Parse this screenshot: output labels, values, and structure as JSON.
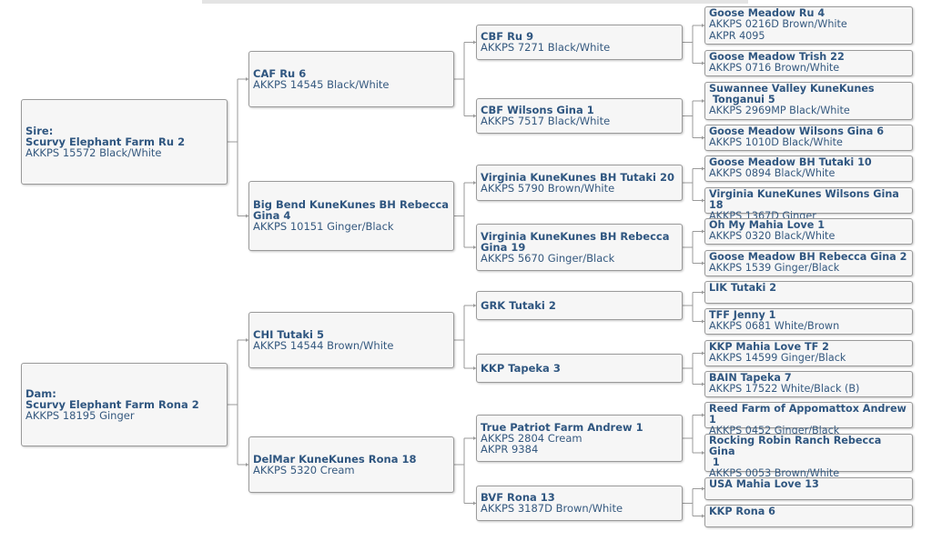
{
  "sire": {
    "label": "Sire:",
    "name": "Scurvy Elephant Farm Ru 2",
    "details": [
      "AKKPS 15572 Black/White"
    ]
  },
  "dam": {
    "label": "Dam:",
    "name": "Scurvy Elephant Farm Rona 2",
    "details": [
      "AKKPS 18195 Ginger"
    ]
  },
  "gen2": [
    {
      "name": "CAF Ru 6",
      "details": [
        "AKKPS 14545 Black/White"
      ]
    },
    {
      "name": "Big Bend KuneKunes BH Rebecca Gina 4",
      "details": [
        "AKKPS 10151 Ginger/Black"
      ]
    },
    {
      "name": "CHI Tutaki 5",
      "details": [
        "AKKPS 14544 Brown/White"
      ]
    },
    {
      "name": "DelMar KuneKunes Rona 18",
      "details": [
        "AKKPS 5320 Cream"
      ]
    }
  ],
  "gen3": [
    {
      "name": "CBF Ru 9",
      "details": [
        "AKKPS 7271 Black/White"
      ]
    },
    {
      "name": "CBF Wilsons Gina 1",
      "details": [
        "AKKPS 7517 Black/White"
      ]
    },
    {
      "name": "Virginia KuneKunes BH Tutaki 20",
      "details": [
        "AKKPS 5790 Brown/White"
      ]
    },
    {
      "name": "Virginia KuneKunes BH Rebecca Gina 19",
      "details": [
        "AKKPS 5670 Ginger/Black"
      ]
    },
    {
      "name": "GRK Tutaki 2",
      "details": []
    },
    {
      "name": "KKP Tapeka 3",
      "details": []
    },
    {
      "name": "True Patriot Farm Andrew 1",
      "details": [
        "AKKPS 2804 Cream",
        "AKPR 9384"
      ]
    },
    {
      "name": "BVF Rona 13",
      "details": [
        "AKKPS 3187D Brown/White"
      ]
    }
  ],
  "gen4": [
    {
      "name": "Goose Meadow Ru 4",
      "details": [
        "AKKPS 0216D Brown/White",
        "AKPR 4095"
      ]
    },
    {
      "name": "Goose Meadow Trish 22",
      "details": [
        "AKKPS 0716 Brown/White"
      ]
    },
    {
      "name": "Suwannee Valley KuneKunes\n Tonganui 5",
      "details": [
        "AKKPS 2969MP Black/White"
      ]
    },
    {
      "name": "Goose Meadow Wilsons Gina 6",
      "details": [
        "AKKPS 1010D Black/White"
      ]
    },
    {
      "name": "Goose Meadow BH Tutaki 10",
      "details": [
        "AKKPS 0894 Black/White"
      ]
    },
    {
      "name": "Virginia KuneKunes Wilsons Gina 18",
      "details": [
        "AKKPS 1367D Ginger"
      ]
    },
    {
      "name": "Oh My Mahia Love 1",
      "details": [
        "AKKPS 0320 Black/White"
      ]
    },
    {
      "name": "Goose Meadow BH Rebecca Gina 2",
      "details": [
        "AKKPS 1539 Ginger/Black"
      ]
    },
    {
      "name": "LIK Tutaki 2",
      "details": []
    },
    {
      "name": "TFF Jenny 1",
      "details": [
        "AKKPS 0681 White/Brown"
      ]
    },
    {
      "name": "KKP Mahia Love TF 2",
      "details": [
        "AKKPS 14599 Ginger/Black"
      ]
    },
    {
      "name": "BAIN Tapeka 7",
      "details": [
        "AKKPS 17522 White/Black (B)"
      ]
    },
    {
      "name": "Reed Farm of Appomattox Andrew 1",
      "details": [
        "AKKPS 0452 Ginger/Black"
      ]
    },
    {
      "name": "Rocking Robin Ranch Rebecca Gina\n 1",
      "details": [
        "AKKPS 0053 Brown/White"
      ]
    },
    {
      "name": "USA Mahia Love 13",
      "details": []
    },
    {
      "name": "KKP Rona 6",
      "details": []
    }
  ]
}
